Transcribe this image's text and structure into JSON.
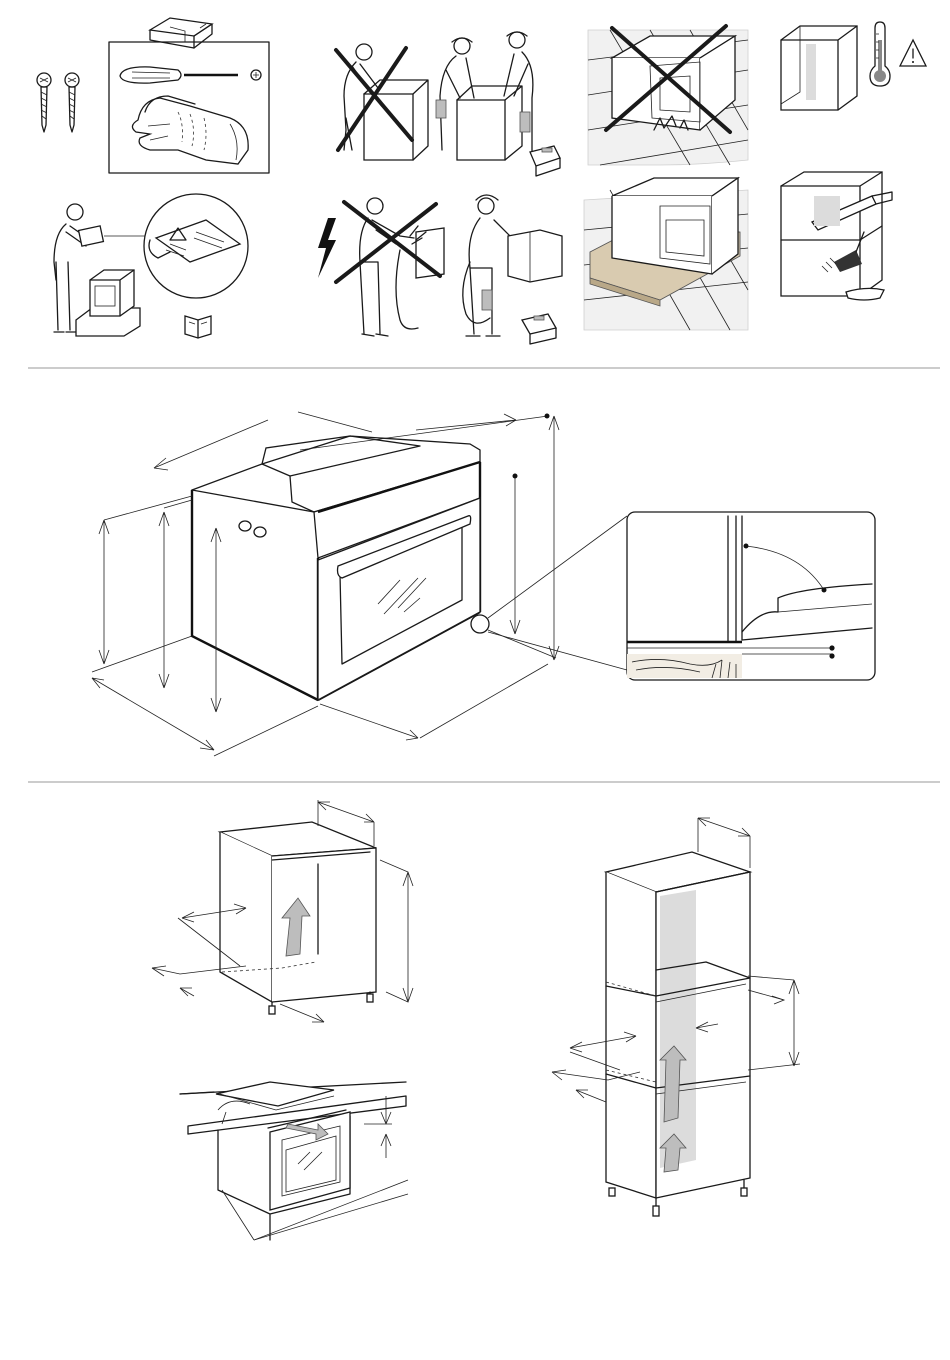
{
  "sheet": {
    "sections": [
      {
        "id": "preparation",
        "panels": [
          "tools-and-screws",
          "carry-oven",
          "no-damaged-oven",
          "cabinet-heat-warning",
          "read-manual",
          "electrical-install",
          "protective-base",
          "clean-cabinet"
        ]
      },
      {
        "id": "oven-dimensions",
        "panels": [
          "oven-dimensions",
          "edge-detail-callout"
        ]
      },
      {
        "id": "cabinet-installation",
        "panels": [
          "under-counter-cabinet",
          "countertop-clearance",
          "tall-column-cabinet"
        ]
      }
    ],
    "icons": {
      "warning": "warning-triangle-icon",
      "manual": "open-book-icon",
      "temperature": "thermometer-icon",
      "electric": "lightning-icon"
    },
    "colors": {
      "line": "#1a1a1a",
      "shade": "#bdbdbd",
      "tile": "#f1f1f1",
      "separator": "#9a9a9a"
    }
  }
}
